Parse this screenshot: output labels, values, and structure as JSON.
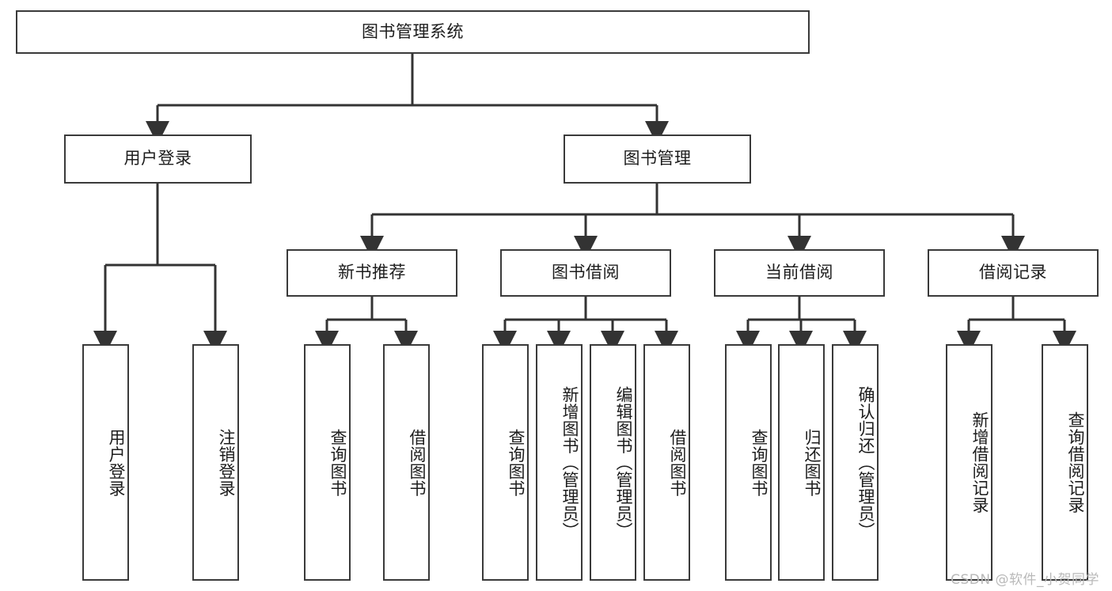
{
  "diagram": {
    "type": "tree",
    "title": "图书管理系统",
    "root": {
      "label": "图书管理系统"
    },
    "level1": [
      {
        "label": "用户登录"
      },
      {
        "label": "图书管理"
      }
    ],
    "level2": [
      {
        "label": "新书推荐"
      },
      {
        "label": "图书借阅"
      },
      {
        "label": "当前借阅"
      },
      {
        "label": "借阅记录"
      }
    ],
    "leaves": {
      "user_login": [
        {
          "label": "用户登录"
        },
        {
          "label": "注销登录"
        }
      ],
      "new_book": [
        {
          "label": "查询图书"
        },
        {
          "label": "借阅图书"
        }
      ],
      "book_borrow": [
        {
          "label": "查询图书"
        },
        {
          "label": "新增图书（管理员）"
        },
        {
          "label": "编辑图书（管理员）"
        },
        {
          "label": "借阅图书"
        }
      ],
      "current_borrow": [
        {
          "label": "查询图书"
        },
        {
          "label": "归还图书"
        },
        {
          "label": "确认归还（管理员）"
        }
      ],
      "borrow_record": [
        {
          "label": "新增借阅记录"
        },
        {
          "label": "查询借阅记录"
        }
      ]
    }
  },
  "watermark": {
    "text": "CSDN @软件_小贺同学"
  },
  "colors": {
    "box_border": "#3a3a3a",
    "box_fill": "#ffffff",
    "edge": "#333333",
    "text": "#1c1c1c",
    "watermark": "#b9b9b9"
  }
}
